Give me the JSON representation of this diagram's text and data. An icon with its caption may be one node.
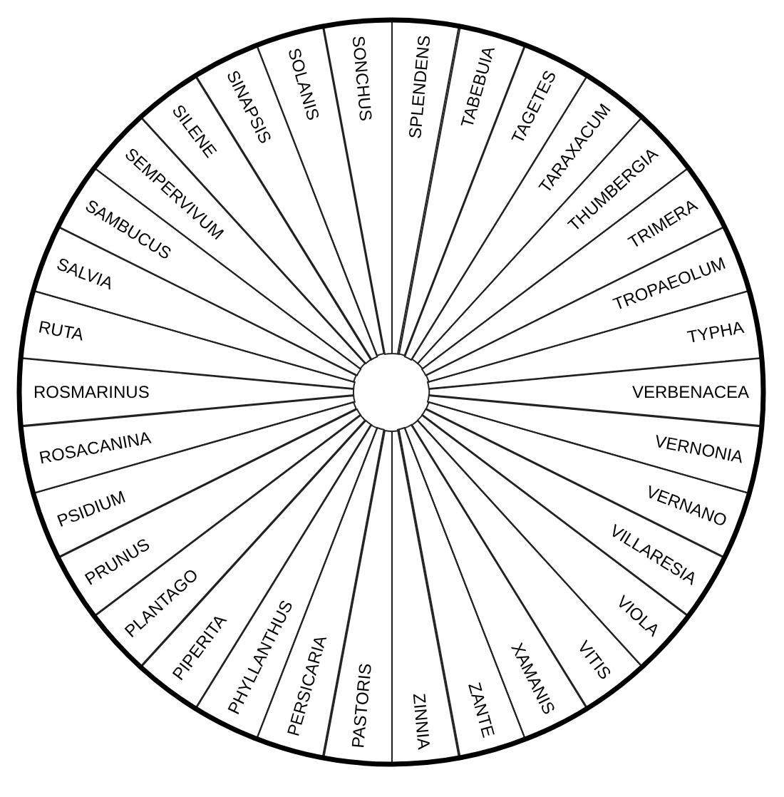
{
  "diagram": {
    "nodes": [
      {
        "text": [
          "SPLENDENS"
        ]
      },
      {
        "text": [
          "TABEBUIA"
        ]
      },
      {
        "text": [
          "TAGETES"
        ]
      },
      {
        "text": [
          "TARAXACUM"
        ]
      },
      {
        "text": [
          "THUMBERGIA"
        ]
      },
      {
        "text": [
          "TRIMERA"
        ]
      },
      {
        "text": [
          "TROPAEOLUM"
        ]
      },
      {
        "text": [
          "TYPHA"
        ]
      },
      {
        "text": [
          "VERBENACEA"
        ]
      },
      {
        "text": [
          "VERNONIA"
        ]
      },
      {
        "text": [
          "VERNANO"
        ]
      },
      {
        "text": [
          "VILLARESIA"
        ]
      },
      {
        "text": [
          "VIOLA"
        ]
      },
      {
        "text": [
          "VITIS"
        ]
      },
      {
        "text": [
          "XAMANIS"
        ]
      },
      {
        "text": [
          "ZANTE"
        ]
      },
      {
        "text": [
          "ZINNIA"
        ]
      },
      {
        "text": [
          "PASTORIS"
        ]
      },
      {
        "text": [
          "PERSICARIA"
        ]
      },
      {
        "text": [
          "PHYLLANTHUS"
        ]
      },
      {
        "text": [
          "PIPERITA"
        ]
      },
      {
        "text": [
          "PLANTAGO"
        ]
      },
      {
        "text": [
          "PRUNUS"
        ]
      },
      {
        "text": [
          "PSIDIUM"
        ]
      },
      {
        "text": [
          "ROSACANINA"
        ]
      },
      {
        "text": [
          "ROSMARINUS"
        ]
      },
      {
        "text": [
          "RUTA"
        ]
      },
      {
        "text": [
          "SALVIA"
        ]
      },
      {
        "text": [
          "SAMBUCUS"
        ]
      },
      {
        "text": [
          "SEMPERVIVUM"
        ]
      },
      {
        "text": [
          "SILENE"
        ]
      },
      {
        "text": [
          "SINAPSIS"
        ]
      },
      {
        "text": [
          "SOLANIS"
        ]
      },
      {
        "text": [
          "SONCHUS"
        ]
      }
    ]
  }
}
